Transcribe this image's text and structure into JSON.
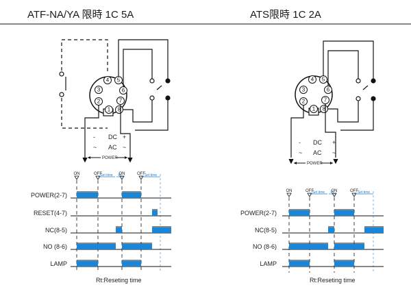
{
  "left": {
    "title": "ATF-NA/YA 限時 1C 5A",
    "pins": [
      "1",
      "2",
      "3",
      "4",
      "5",
      "6",
      "7",
      "8"
    ],
    "power": {
      "dc": "DC",
      "ac": "AC",
      "minus": "-",
      "plus": "+",
      "tilde_l": "~",
      "tilde_r": "~",
      "label": "POWER"
    },
    "markers": [
      {
        "label": "ON"
      },
      {
        "label": "OFF"
      },
      {
        "label": "ON"
      },
      {
        "label": "OFF"
      }
    ],
    "annotations": {
      "set_time_1": "Set time",
      "rt": "Rt",
      "set_time_2": "Set time"
    },
    "rows": [
      {
        "label": "POWER(2-7)"
      },
      {
        "label": "RESET(4-7)"
      },
      {
        "label": "NC(8-5)"
      },
      {
        "label": "NO (8-6)"
      },
      {
        "label": "LAMP"
      }
    ],
    "footer": "Rt:Reseting time"
  },
  "right": {
    "title": "ATS限時 1C 2A",
    "pins": [
      "1",
      "2",
      "3",
      "4",
      "5",
      "6",
      "7",
      "8"
    ],
    "power": {
      "dc": "DC",
      "ac": "AC",
      "minus": "-",
      "plus": "+",
      "tilde_l": "~",
      "tilde_r": "~",
      "label": "POWER"
    },
    "markers": [
      {
        "label": "ON"
      },
      {
        "label": "OFF"
      },
      {
        "label": "ON"
      },
      {
        "label": "OFF"
      }
    ],
    "annotations": {
      "set_time_1": "Set time",
      "rt": "Rt",
      "set_time_2": "Set time"
    },
    "rows": [
      {
        "label": "POWER(2-7)"
      },
      {
        "label": "NC(8-5)"
      },
      {
        "label": "NO (8-6)"
      },
      {
        "label": "LAMP"
      }
    ],
    "footer": "Rt:Reseting time"
  },
  "colors": {
    "signal": "#1a86d9",
    "line": "#111111",
    "annot": "#2a7fc4"
  }
}
